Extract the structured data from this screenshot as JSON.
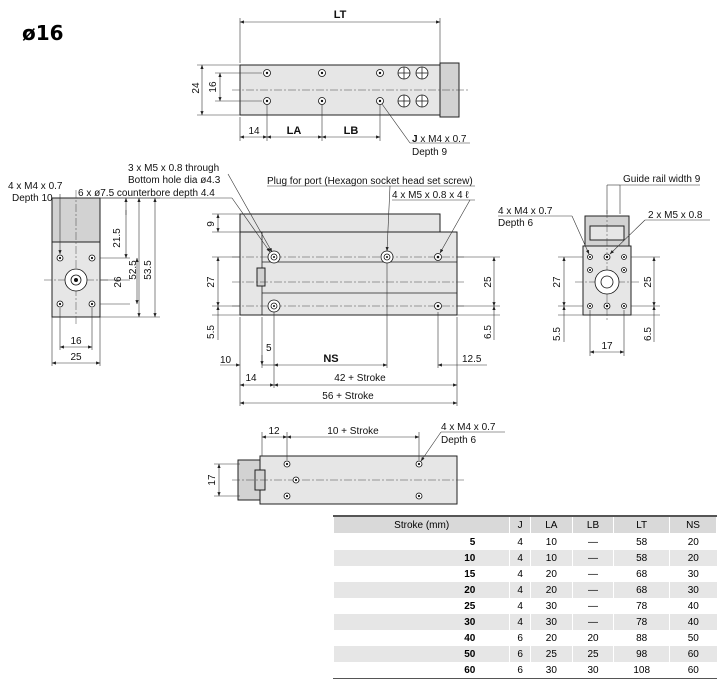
{
  "title": "ø16",
  "top_view": {
    "LT": "LT",
    "h24": "24",
    "h16": "16",
    "d14": "14",
    "LA": "LA",
    "LB": "LB",
    "J_thread": "J x M4 x 0.7",
    "J_letter": "J",
    "J_rest": " x M4 x 0.7",
    "J_depth": "Depth 9"
  },
  "left_view": {
    "note1": "4 x M4 x 0.7",
    "note2": "Depth 10",
    "d21_5": "21.5",
    "d52_5": "52.5",
    "d53_5": "53.5",
    "d26": "26",
    "d16": "16",
    "d25": "25"
  },
  "front_view": {
    "note_through1": "3 x M5 x 0.8 through",
    "note_through2": "Bottom hole dia ø4.3",
    "note_counterbore": "6 x ø7.5 counterbore depth 4.4",
    "note_plug": "Plug for port (Hexagon socket head set screw)",
    "note_m5": "4 x M5 x 0.8 x 4 ℓ",
    "d9": "9",
    "d27": "27",
    "d5_5": "5.5",
    "d25": "25",
    "d6_5": "6.5",
    "d10": "10",
    "d5": "5",
    "NS": "NS",
    "d12_5": "12.5",
    "d14": "14",
    "d42": "42 + Stroke",
    "d56": "56 + Stroke"
  },
  "right_view": {
    "note_guide": "Guide rail width 9",
    "note_m4": "4 x M4 x 0.7",
    "note_depth6": "Depth 6",
    "note_m5": "2 x M5 x 0.8",
    "d27": "27",
    "d25": "25",
    "d5_5": "5.5",
    "d6_5": "6.5",
    "d17": "17"
  },
  "bottom_view": {
    "d12": "12",
    "d10s": "10 + Stroke",
    "note_m4": "4 x M4 x 0.7",
    "note_depth6": "Depth 6",
    "d17": "17"
  },
  "table": {
    "headers": [
      "Stroke (mm)",
      "J",
      "LA",
      "LB",
      "LT",
      "NS"
    ],
    "rows": [
      [
        "5",
        "4",
        "10",
        "—",
        "58",
        "20"
      ],
      [
        "10",
        "4",
        "10",
        "—",
        "58",
        "20"
      ],
      [
        "15",
        "4",
        "20",
        "—",
        "68",
        "30"
      ],
      [
        "20",
        "4",
        "20",
        "—",
        "68",
        "30"
      ],
      [
        "25",
        "4",
        "30",
        "—",
        "78",
        "40"
      ],
      [
        "30",
        "4",
        "30",
        "—",
        "78",
        "40"
      ],
      [
        "40",
        "6",
        "20",
        "20",
        "88",
        "50"
      ],
      [
        "50",
        "6",
        "25",
        "25",
        "98",
        "60"
      ],
      [
        "60",
        "6",
        "30",
        "30",
        "108",
        "60"
      ]
    ]
  }
}
